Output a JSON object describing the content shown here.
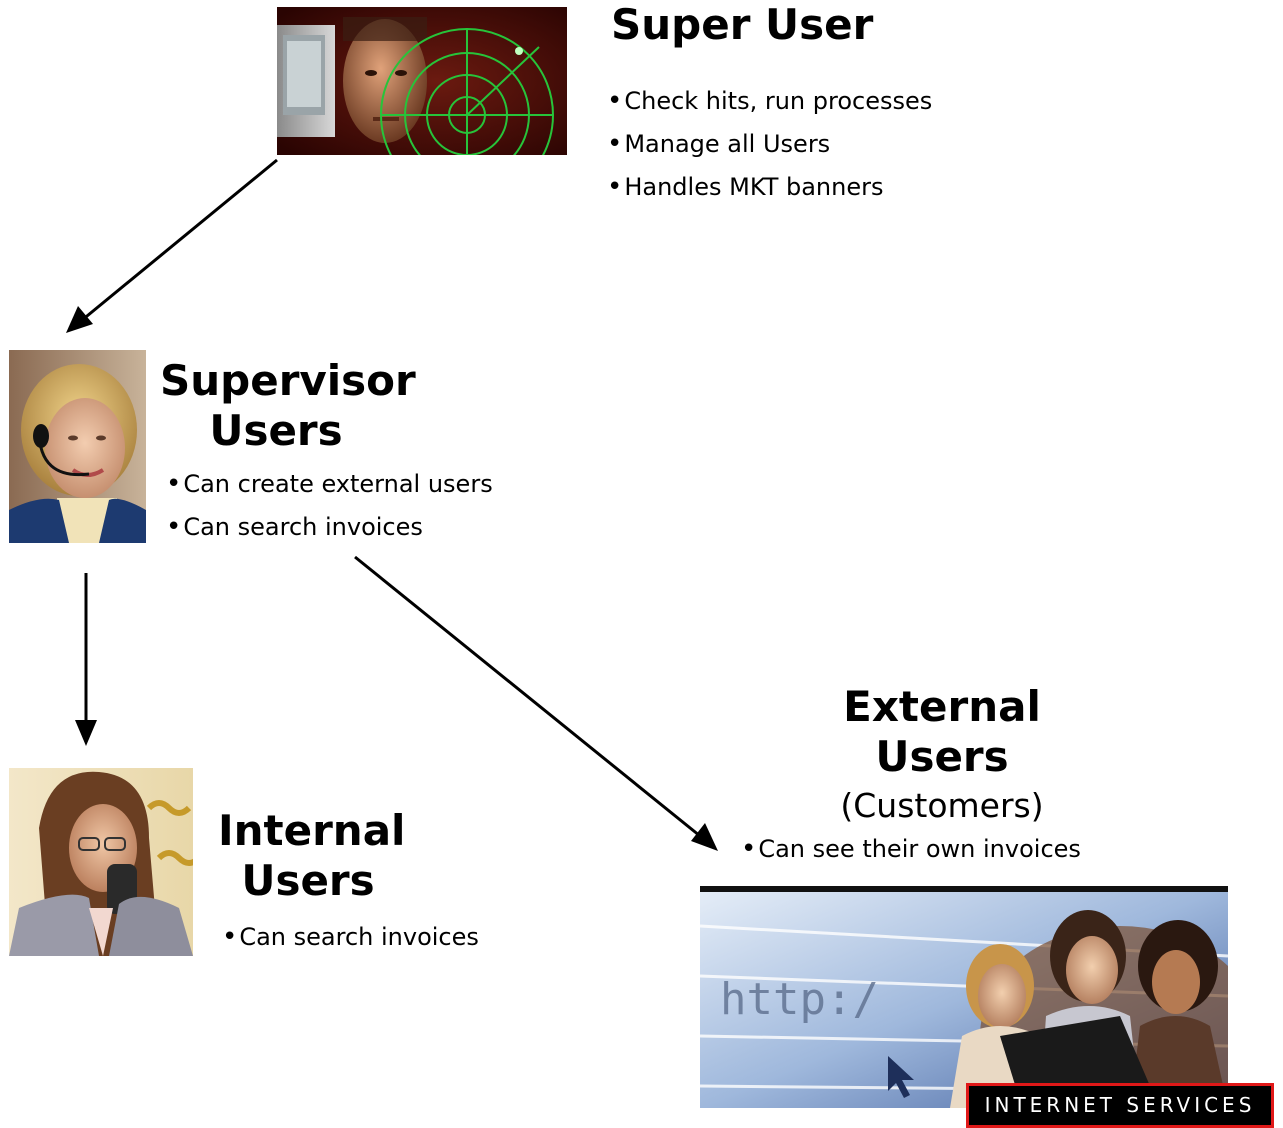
{
  "super_user": {
    "title": "Super User",
    "bullets": [
      "Check hits, run processes",
      "Manage all Users",
      "Handles MKT banners"
    ]
  },
  "supervisor_users": {
    "title_line1": "Supervisor",
    "title_line2": "Users",
    "bullets": [
      "Can create external users",
      "Can search invoices"
    ]
  },
  "internal_users": {
    "title_line1": "Internal",
    "title_line2": "Users",
    "bullets": [
      "Can search invoices"
    ]
  },
  "external_users": {
    "title_line1": "External",
    "title_line2": "Users",
    "subtitle": "(Customers)",
    "bullets": [
      "Can see their own invoices"
    ],
    "banner_url_text": "http:/",
    "banner_badge": "INTERNET SERVICES"
  },
  "colors": {
    "arrow": "#000000",
    "radar_green": "#27c43a",
    "radar_bg": "#4a0a06",
    "badge_border": "#e01818",
    "badge_bg": "#000000",
    "badge_text": "#ffffff"
  },
  "icons": {
    "super_user_image": "man-with-radar-image",
    "supervisor_image": "woman-with-headset-image",
    "internal_image": "woman-on-phone-image",
    "external_image": "people-at-laptop-banner-image"
  }
}
